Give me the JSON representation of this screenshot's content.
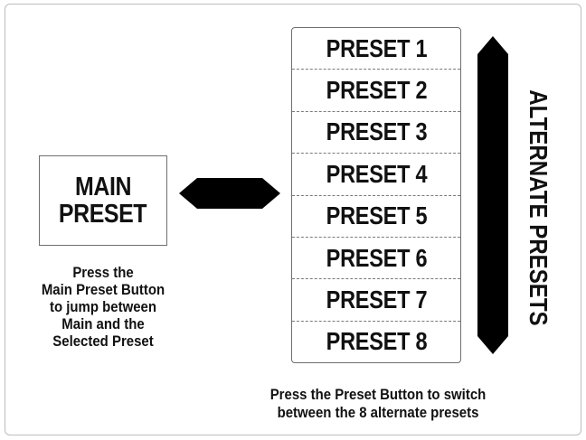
{
  "main_preset": {
    "label_lines": [
      "MAIN",
      "PRESET"
    ],
    "note_lines": [
      "Press the",
      "Main Preset Button",
      "to jump between",
      "Main and the",
      "Selected Preset"
    ]
  },
  "presets": [
    "PRESET 1",
    "PRESET 2",
    "PRESET 3",
    "PRESET 4",
    "PRESET 5",
    "PRESET 6",
    "PRESET 7",
    "PRESET 8"
  ],
  "alternate_label": "ALTERNATE PRESETS",
  "bottom_note_lines": [
    "Press the Preset Button to switch",
    "between the 8 alternate presets"
  ],
  "colors": {
    "arrow": "#000000",
    "text": "#111111",
    "box_border": "#6f6f6f",
    "frame_border": "#bdbdbd"
  }
}
